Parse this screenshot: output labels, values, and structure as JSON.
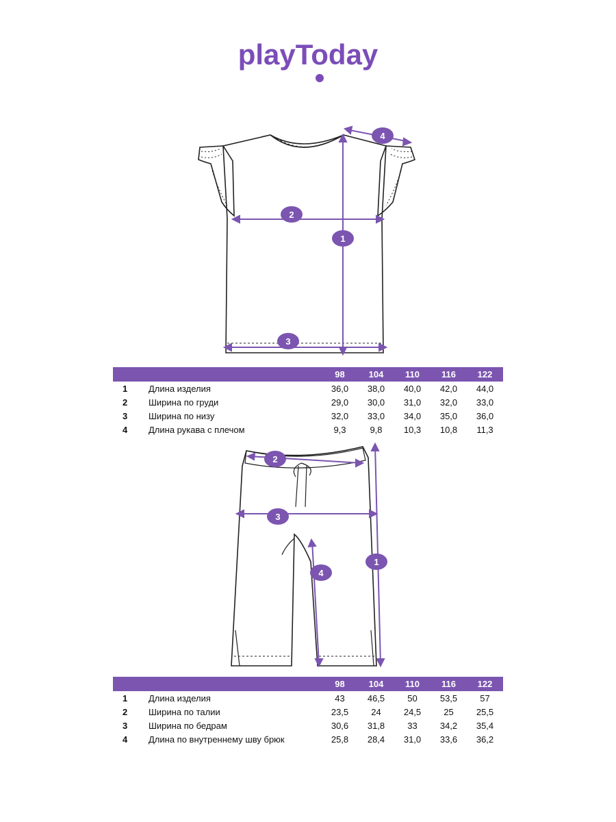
{
  "brand": {
    "name": "playToday",
    "color": "#7b4db8"
  },
  "accent_color": "#7b55b0",
  "top": {
    "drawing": {
      "markers": [
        "1",
        "2",
        "3",
        "4"
      ]
    },
    "table": {
      "sizes": [
        "98",
        "104",
        "110",
        "116",
        "122"
      ],
      "rows": [
        {
          "num": "1",
          "name": "Длина изделия",
          "values": [
            "36,0",
            "38,0",
            "40,0",
            "42,0",
            "44,0"
          ]
        },
        {
          "num": "2",
          "name": "Ширина по груди",
          "values": [
            "29,0",
            "30,0",
            "31,0",
            "32,0",
            "33,0"
          ]
        },
        {
          "num": "3",
          "name": "Ширина по низу",
          "values": [
            "32,0",
            "33,0",
            "34,0",
            "35,0",
            "36,0"
          ]
        },
        {
          "num": "4",
          "name": "Длина рукава с плечом",
          "values": [
            "9,3",
            "9,8",
            "10,3",
            "10,8",
            "11,3"
          ]
        }
      ]
    }
  },
  "pants": {
    "drawing": {
      "markers": [
        "1",
        "2",
        "3",
        "4"
      ]
    },
    "table": {
      "sizes": [
        "98",
        "104",
        "110",
        "116",
        "122"
      ],
      "rows": [
        {
          "num": "1",
          "name": "Длина изделия",
          "values": [
            "43",
            "46,5",
            "50",
            "53,5",
            "57"
          ]
        },
        {
          "num": "2",
          "name": "Ширина по талии",
          "values": [
            "23,5",
            "24",
            "24,5",
            "25",
            "25,5"
          ]
        },
        {
          "num": "3",
          "name": "Ширина по бедрам",
          "values": [
            "30,6",
            "31,8",
            "33",
            "34,2",
            "35,4"
          ]
        },
        {
          "num": "4",
          "name": "Длина по внутреннему шву брюк",
          "values": [
            "25,8",
            "28,4",
            "31,0",
            "33,6",
            "36,2"
          ]
        }
      ]
    }
  }
}
